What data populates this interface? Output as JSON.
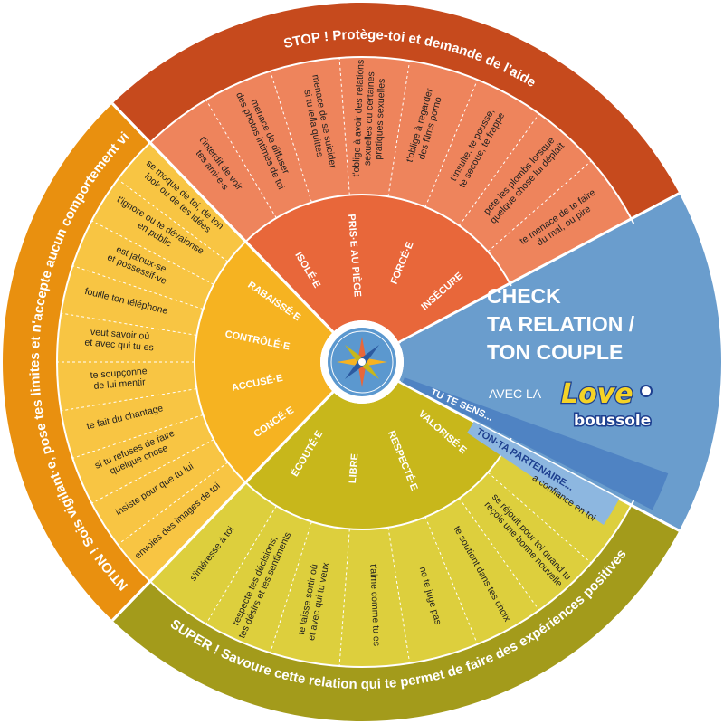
{
  "center": {
    "title_lines": [
      "CHECK",
      "TA RELATION /",
      "TON COUPLE"
    ],
    "avec": "AVEC LA",
    "logo_top": "Love",
    "logo_bottom": "boussole"
  },
  "strips": {
    "tu_te_sens": "TU TE SENS...",
    "partenaire": "TON·TA PARTENAIRE..."
  },
  "zones": [
    {
      "id": "stop",
      "ring_color": "#c64a1d",
      "sector_color": "#e8673a",
      "behavior_color": "#ee845c",
      "ring_text": "STOP ! Protège-toi et demande de l'aide",
      "feelings": [
        "ISOLÉ·E",
        "PRIS·E AU PIÈGE",
        "FORCÉ·E",
        "INSÉCURE"
      ],
      "behaviors": [
        "t'interdit de voir\ntes ami·e·s",
        "menace de diffuser\ndes photos intimes de toi",
        "menace de se suicider\nsi tu le/la quittes",
        "t'oblige à avoir des relations\nsexuelles ou certaines\npratiques sexuelles",
        "t'oblige à regarder\ndes films porno",
        "t'insulte, te pousse,\nte secoue, te frappe",
        "pète les plombs lorsque\nquelque chose lui déplaît",
        "te menace de te faire\ndu mal, ou pire"
      ]
    },
    {
      "id": "attention",
      "ring_color": "#e9900f",
      "sector_color": "#f6b321",
      "behavior_color": "#f8c543",
      "ring_text": "ATTENTION ! Sois vigilant·e, pose tes limites et n'accepte aucun comportement violent",
      "feelings": [
        "CONCÉ·E",
        "ACCUSÉ·E",
        "CONTRÔLÉ·E",
        "RABAISSÉ·E"
      ],
      "behaviors": [
        "envoies des images de toi",
        "insiste pour que tu lui",
        "si tu refuses de faire\nquelque chose",
        "te fait du chantage",
        "te soupçonne\nde lui mentir",
        "veut savoir où\net avec qui tu es",
        "fouille ton téléphone",
        "est jaloux·se\net possessif·ve",
        "t'ignore ou te dévalorise\nen public",
        "se moque de toi, de ton\nlook ou de tes idées"
      ]
    },
    {
      "id": "super",
      "ring_color": "#a39b1b",
      "sector_color": "#c8b71b",
      "behavior_color": "#ddcf3d",
      "ring_text": "SUPER ! Savoure cette relation qui te permet de faire des expériences positives",
      "feelings": [
        "VALORISÉ·E",
        "RESPECTÉ·E",
        "LIBRE",
        "ÉCOUTÉ·E"
      ],
      "behaviors": [
        "a confiance en toi",
        "se réjouit pour toi quand tu\nreçois une bonne nouvelle",
        "te soutient dans tes choix",
        "ne te juge pas",
        "t'aime comme tu es",
        "te laisse sortir où\net avec qui tu veux",
        "respecte tes décisions,\ntes désirs et tes sentiments",
        "s'intéresse à toi"
      ]
    }
  ],
  "blue": {
    "color": "#6a9dcd",
    "strip1": "#4f83c3",
    "strip2": "#8db7e0"
  }
}
